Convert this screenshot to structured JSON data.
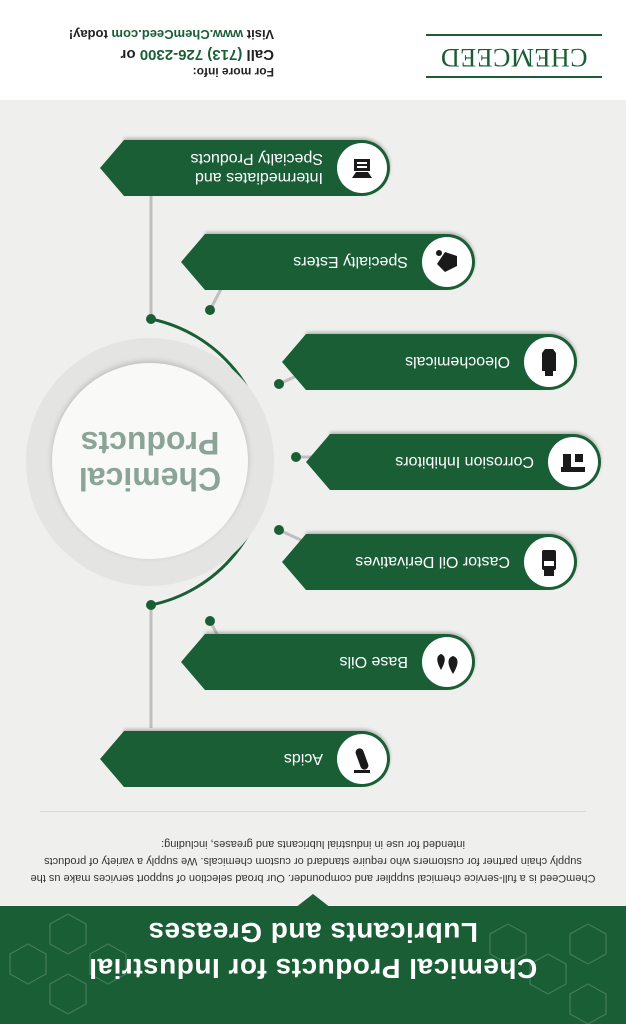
{
  "header": {
    "title_line1": "Chemical Products for Industrial",
    "title_line2": "Lubricants and Greases"
  },
  "intro": {
    "text": "ChemCeed is a full-service chemical supplier and compounder. Our broad selection of support services make us the supply chain partner for customers who require standard or custom chemicals. We supply a variety of products intended for use in industrial lubricants and greases, including:"
  },
  "hub": {
    "line1": "Chemical",
    "line2": "Products"
  },
  "items": [
    {
      "label": "Acids",
      "icon": "test-tube-icon"
    },
    {
      "label": "Base Oils",
      "icon": "oil-drops-icon"
    },
    {
      "label": "Castor Oil Derivatives",
      "icon": "bottle-icon"
    },
    {
      "label": "Corrosion Inhibitors",
      "icon": "pipe-faucet-icon"
    },
    {
      "label": "Oleochemicals",
      "icon": "tube-icon"
    },
    {
      "label": "Specialty Esters",
      "icon": "oil-can-icon"
    },
    {
      "label": "Intermediates and",
      "label2": "Specialty Products",
      "icon": "machine-icon"
    }
  ],
  "footer": {
    "contact_label": "For more info:",
    "call_prefix": "Call",
    "phone": "(713) 726-2300",
    "call_suffix": " or",
    "visit_prefix": "Visit ",
    "website": "www.ChemCeed.com",
    "visit_suffix": " today!",
    "logo_text": "CHEMCEED"
  },
  "colors": {
    "brand_green": "#1a5e35",
    "hub_text": "#8aa596",
    "background": "#efefed"
  }
}
